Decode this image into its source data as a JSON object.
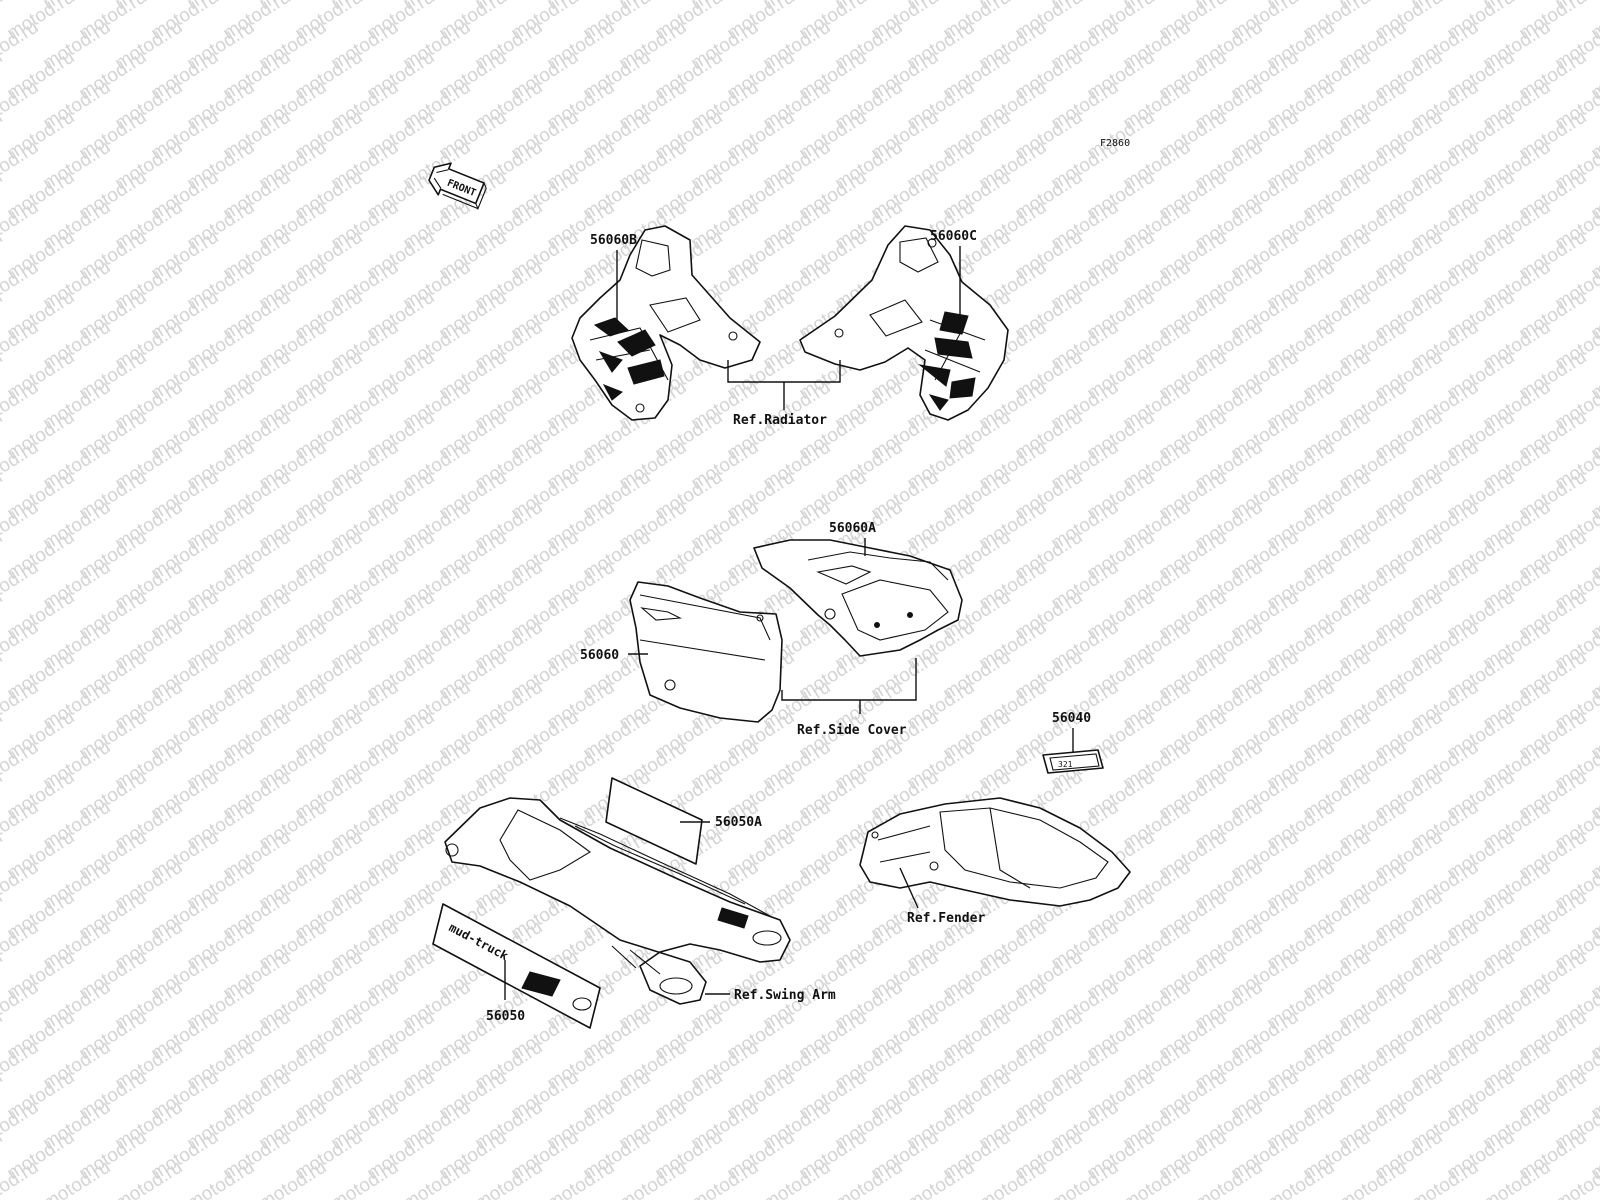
{
  "watermark": {
    "text": "motod.ru"
  },
  "figure_code": "F2860",
  "front_label": "FRONT",
  "parts": [
    {
      "id": "56060B"
    },
    {
      "id": "56060C"
    },
    {
      "id": "56060A"
    },
    {
      "id": "56060"
    },
    {
      "id": "56040"
    },
    {
      "id": "56050A"
    },
    {
      "id": "56050"
    }
  ],
  "refs": {
    "radiator": "Ref.Radiator",
    "side_cover": "Ref.Side Cover",
    "fender": "Ref.Fender",
    "swing_arm": "Ref.Swing Arm"
  },
  "decals": {
    "swingarm_script": "mud-truck",
    "plate_text": "321"
  }
}
